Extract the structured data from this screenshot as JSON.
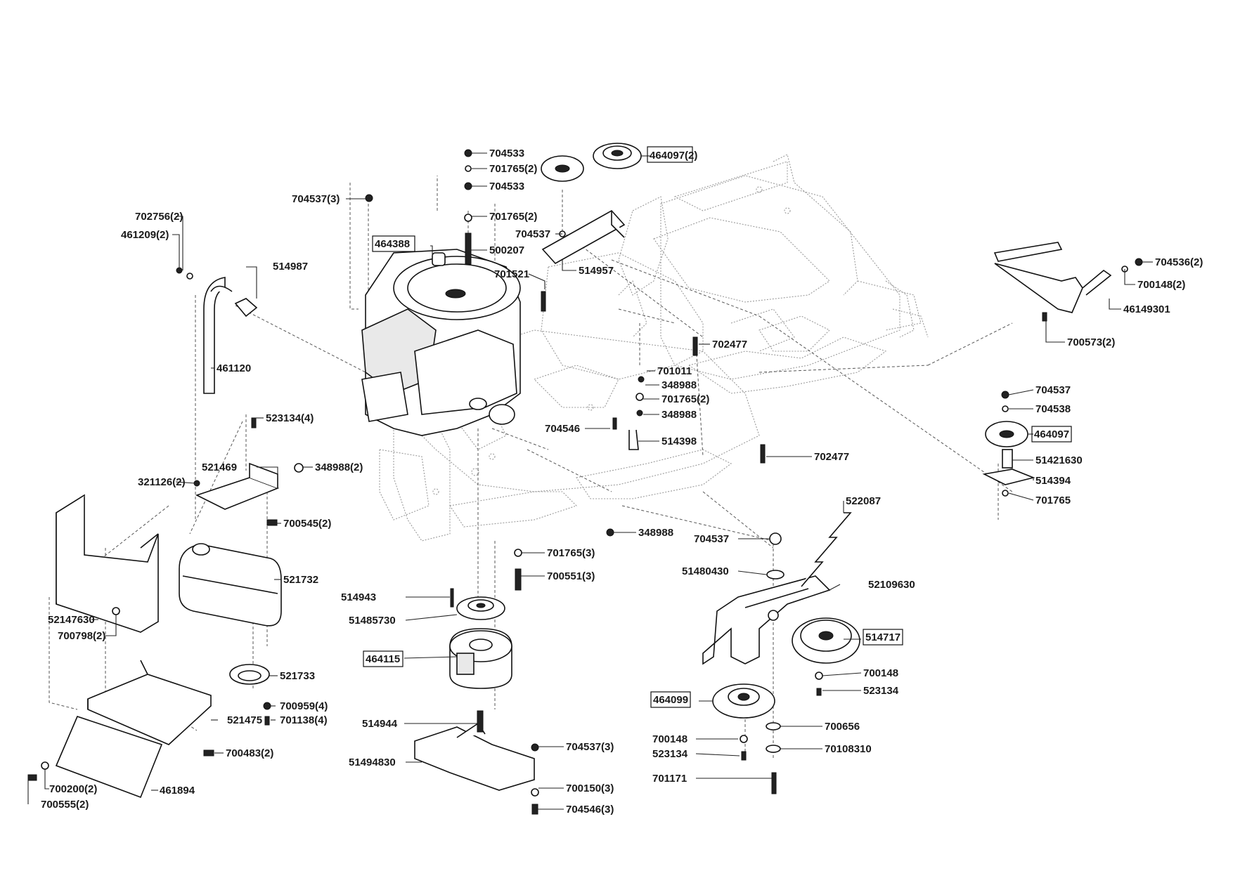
{
  "labels": {
    "l704533a": "704533",
    "l701765_2a": "701765(2)",
    "l704533b": "704533",
    "l464097_2": "464097(2)",
    "l704537_3a": "704537(3)",
    "l701765_2b": "701765(2)",
    "l704537a": "704537",
    "l500207": "500207",
    "l464388": "464388",
    "l514957": "514957",
    "l701521": "701521",
    "l702756_2": "702756(2)",
    "l461209_2": "461209(2)",
    "l514987": "514987",
    "l461120": "461120",
    "l702477a": "702477",
    "l701011": "701011",
    "l348988a": "348988",
    "l701765_2c": "701765(2)",
    "l348988b": "348988",
    "l704546": "704546",
    "l514398": "514398",
    "l702477b": "702477",
    "l704536_2": "704536(2)",
    "l700148_2": "700148(2)",
    "l46149301": "46149301",
    "l700573_2": "700573(2)",
    "l704537b": "704537",
    "l704538": "704538",
    "l464097": "464097",
    "l51421630": "51421630",
    "l514394": "514394",
    "l701765a": "701765",
    "l523134_4": "523134(4)",
    "l521469": "521469",
    "l348988_2": "348988(2)",
    "l321126_2": "321126(2)",
    "l700545_2": "700545(2)",
    "l521732": "521732",
    "l52147630": "52147630",
    "l700798_2": "700798(2)",
    "l521733": "521733",
    "l700959_4": "700959(4)",
    "l701138_4": "701138(4)",
    "l521475": "521475",
    "l700483_2": "700483(2)",
    "l700200_2": "700200(2)",
    "l461894": "461894",
    "l700555_2": "700555(2)",
    "l348988c": "348988",
    "l701765_3": "701765(3)",
    "l700551_3": "700551(3)",
    "l514943": "514943",
    "l51485730": "51485730",
    "l464115": "464115",
    "l514944": "514944",
    "l704537_3b": "704537(3)",
    "l51494830": "51494830",
    "l700150_3": "700150(3)",
    "l704546_3": "704546(3)",
    "l522087": "522087",
    "l704537c": "704537",
    "l51480430": "51480430",
    "l52109630": "52109630",
    "l514717": "514717",
    "l700148a": "700148",
    "l523134a": "523134",
    "l464099": "464099",
    "l700656": "700656",
    "l700148b": "700148",
    "l523134b": "523134",
    "l70108310": "70108310",
    "l701171": "701171"
  },
  "colors": {
    "ink": "#111111",
    "frame": "#9a9a9a",
    "background": "#ffffff"
  }
}
